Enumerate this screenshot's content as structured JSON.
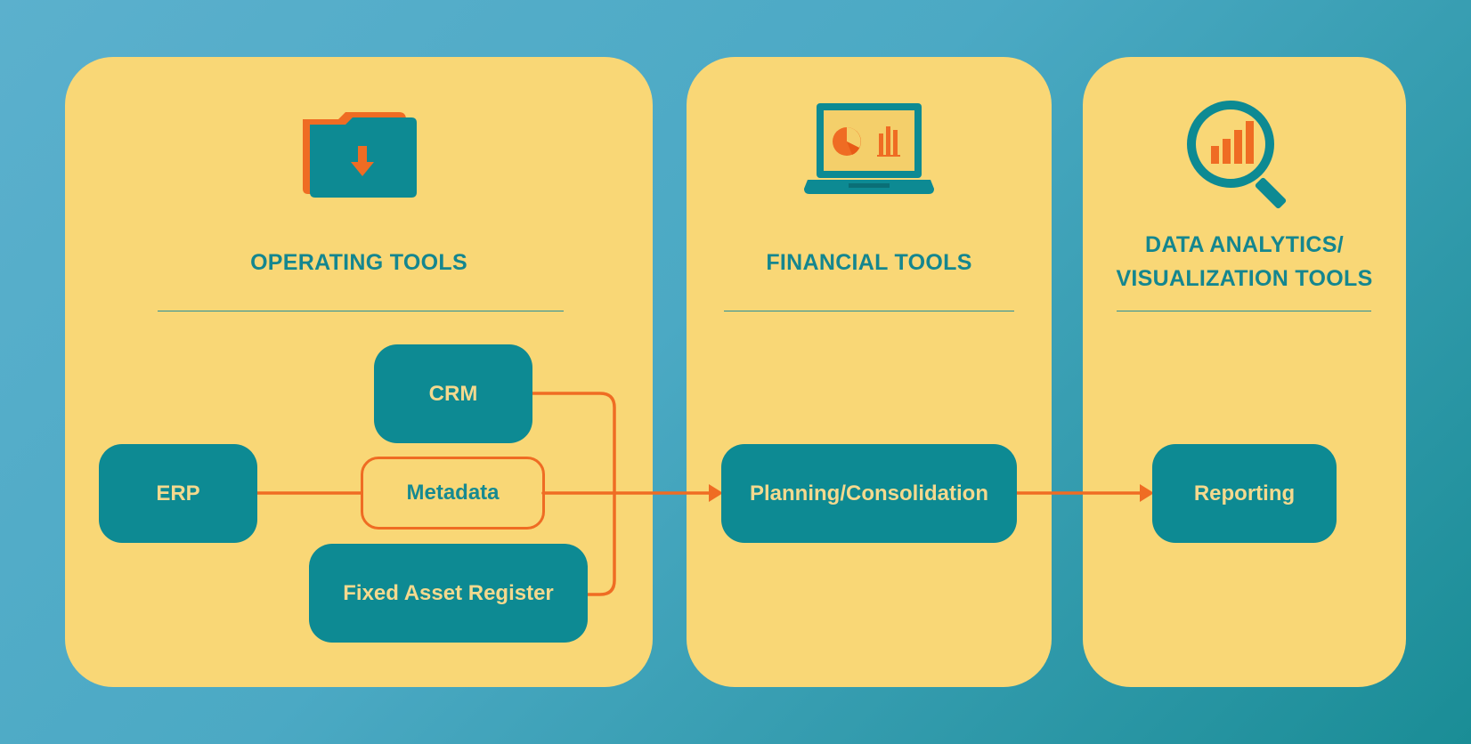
{
  "columns": [
    {
      "title": "OPERATING TOOLS",
      "icon": "folder-download-icon"
    },
    {
      "title": "FINANCIAL TOOLS",
      "icon": "laptop-chart-icon"
    },
    {
      "title": "DATA ANALYTICS/\nVISUALIZATION TOOLS",
      "icon": "magnifier-chart-icon"
    }
  ],
  "nodes": {
    "crm": "CRM",
    "erp": "ERP",
    "metadata": "Metadata",
    "fixed_asset_register": "Fixed Asset Register",
    "planning": "Planning/Consolidation",
    "reporting": "Reporting"
  },
  "colors": {
    "panel": "#f9d776",
    "box": "#0d8a93",
    "box_text": "#f4d98e",
    "connector": "#ef6c23",
    "heading": "#14868f"
  }
}
